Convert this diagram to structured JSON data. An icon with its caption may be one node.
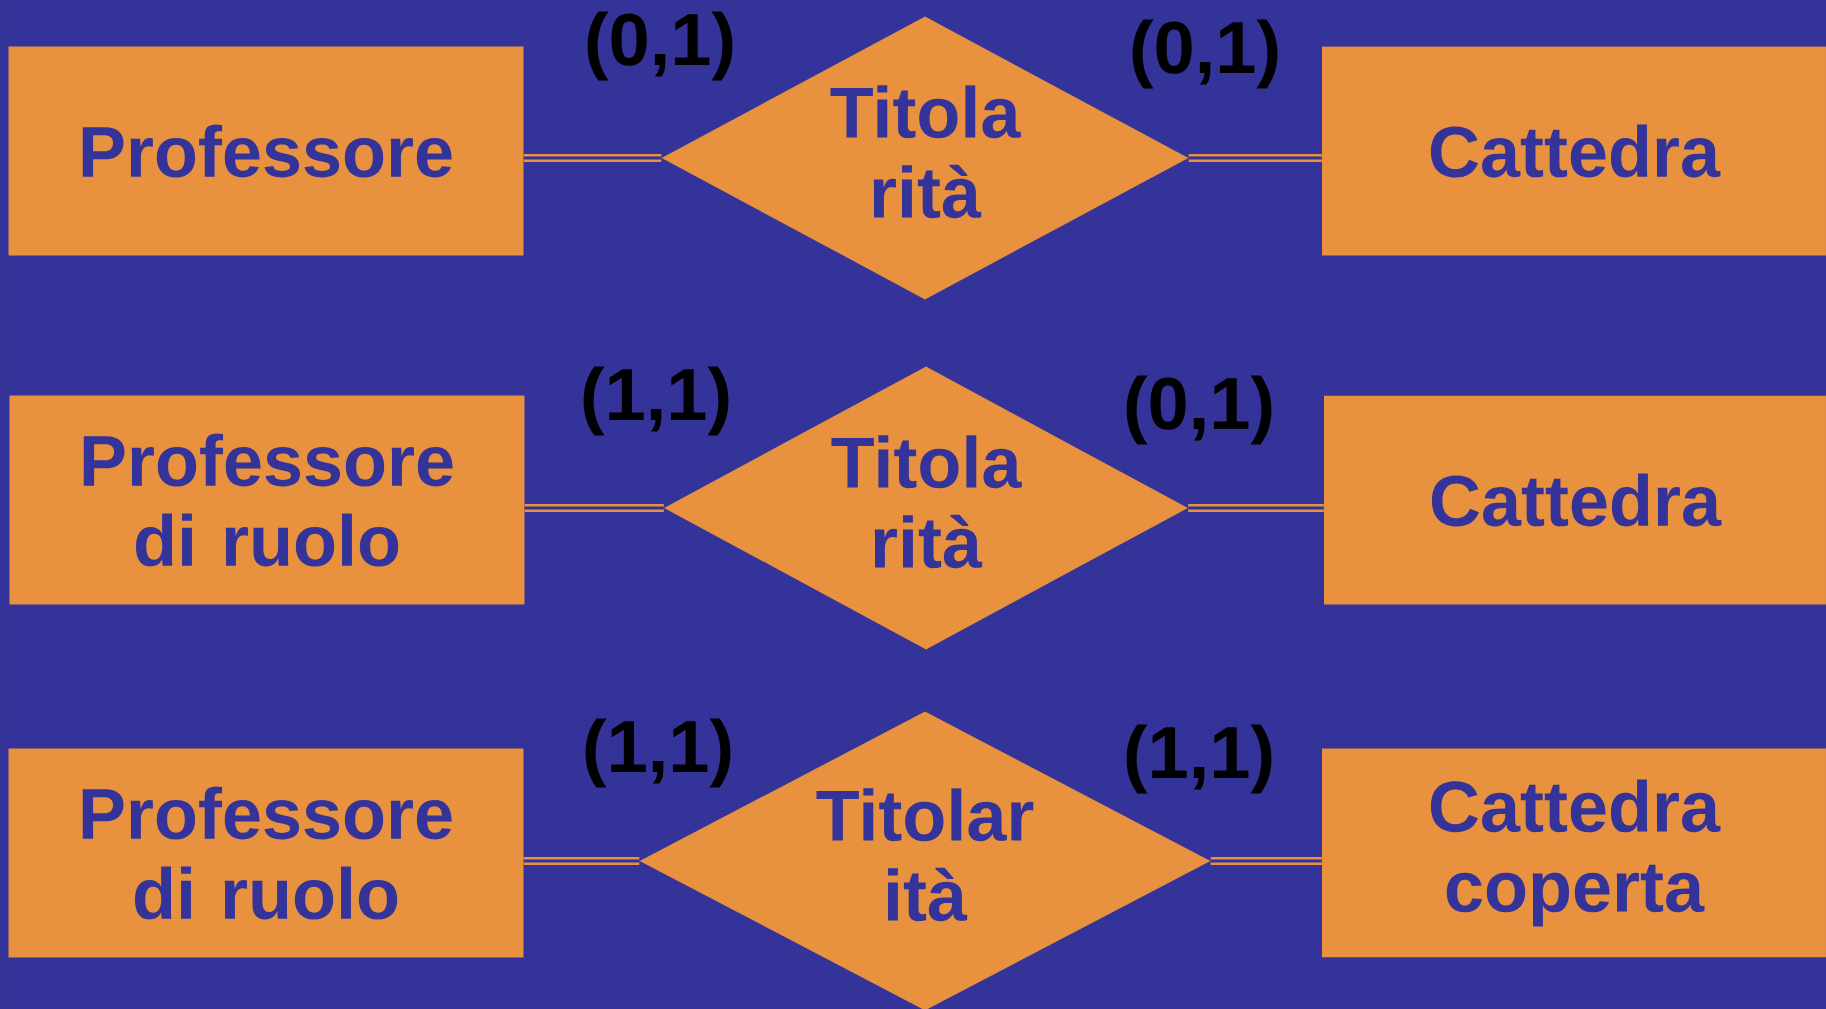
{
  "diagram": {
    "nodes": [
      {
        "text": [
          "Professore"
        ]
      },
      {
        "text": [
          "Titola rità"
        ]
      },
      {
        "text": [
          "Cattedra"
        ]
      },
      {
        "text": [
          "Professore di ruolo"
        ]
      },
      {
        "text": [
          "Titola rità"
        ]
      },
      {
        "text": [
          "Cattedra"
        ]
      },
      {
        "text": [
          "Professore di ruolo"
        ]
      },
      {
        "text": [
          "Titolar ità"
        ]
      },
      {
        "text": [
          "Cattedra coperta"
        ]
      }
    ],
    "edges": [
      {
        "from": 0,
        "to": 1,
        "arrow": "none",
        "label": "(0,1)"
      },
      {
        "from": 1,
        "to": 2,
        "arrow": "none",
        "label": "(0,1)"
      },
      {
        "from": 3,
        "to": 4,
        "arrow": "none",
        "label": "(1,1)"
      },
      {
        "from": 4,
        "to": 5,
        "arrow": "none",
        "label": "(0,1)"
      },
      {
        "from": 6,
        "to": 7,
        "arrow": "none",
        "label": "(1,1)"
      },
      {
        "from": 7,
        "to": 8,
        "arrow": "none",
        "label": "(1,1)"
      }
    ]
  }
}
